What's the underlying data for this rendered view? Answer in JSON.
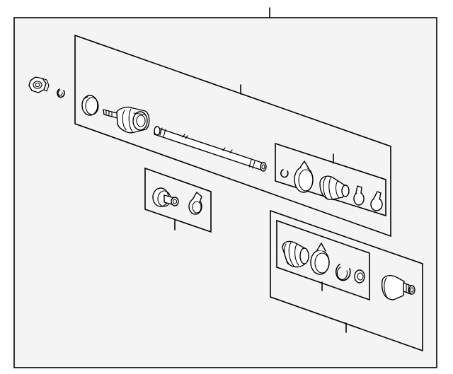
{
  "diagram": {
    "colors": {
      "background": "#f4f4f4",
      "line": "#000000",
      "part_fill": "#ffffff"
    },
    "callouts": [
      {
        "id": "main-assembly"
      },
      {
        "id": "outer-joint-group"
      },
      {
        "id": "inner-joint-kit-left"
      },
      {
        "id": "inner-joint-kit-right"
      },
      {
        "id": "outer-boot-kit"
      },
      {
        "id": "inner-boot-kit"
      }
    ],
    "parts": [
      "axle-nut-icon",
      "snap-ring-icon",
      "dust-seal-icon",
      "outer-cv-joint-icon",
      "axle-shaft-icon",
      "boot-clamp-icon",
      "cv-boot-icon",
      "inner-cv-joint-icon",
      "circlip-icon",
      "washer-icon"
    ]
  }
}
